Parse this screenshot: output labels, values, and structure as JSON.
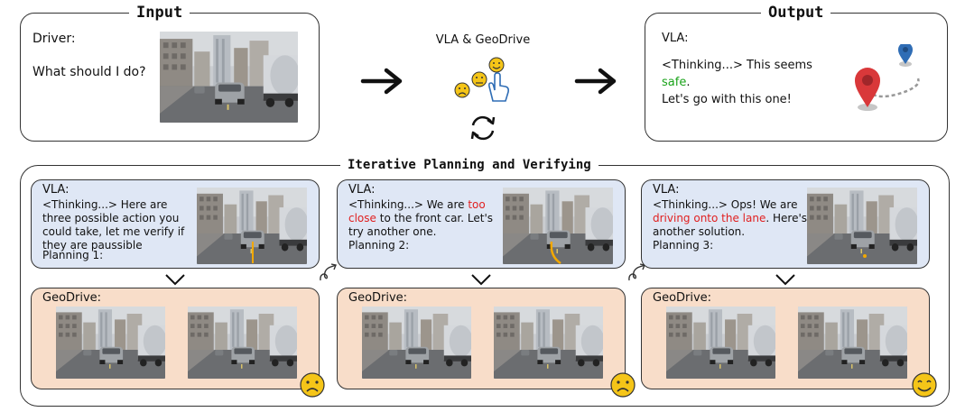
{
  "input": {
    "title": "Input",
    "driver_label": "Driver:",
    "question": "What should I do?"
  },
  "middle": {
    "label": "VLA & GeoDrive"
  },
  "output": {
    "title": "Output",
    "vla_label": "VLA:",
    "line1": "<Thinking...> This seems",
    "safe_word": "safe",
    "safe_period": ".",
    "line3": "Let's go with this one!"
  },
  "loop": {
    "title": "Iterative Planning and Verifying",
    "panels": [
      {
        "vla_label": "VLA:",
        "text_before": "<Thinking...> Here are three possible action you could take, let me verify if they are paussible",
        "highlight": "",
        "text_after": "",
        "planning": "Planning 1:",
        "geo_label": "GeoDrive:",
        "verdict_icon": "sad-face-icon"
      },
      {
        "vla_label": "VLA:",
        "text_before": "<Thinking...> We are ",
        "highlight": "too close",
        "text_after": " to the front car. Let's try another one.",
        "planning": "Planning 2:",
        "geo_label": "GeoDrive:",
        "verdict_icon": "sad-face-icon"
      },
      {
        "vla_label": "VLA:",
        "text_before": "<Thinking...> Ops! We are ",
        "highlight": "driving onto the lane",
        "text_after": ". Here's another solution.",
        "planning": "Planning 3:",
        "geo_label": "GeoDrive:",
        "verdict_icon": "happy-face-icon"
      }
    ]
  },
  "colors": {
    "vla_panel": "#dfe7f5",
    "geodrive_panel": "#f8ddc9",
    "highlight_red": "#e02020",
    "safe_green": "#1aa31a",
    "face_yellow": "#f5c518",
    "trajectory_orange": "#f2a800",
    "pin_red": "#d9383a",
    "pin_blue": "#2f6db5"
  }
}
